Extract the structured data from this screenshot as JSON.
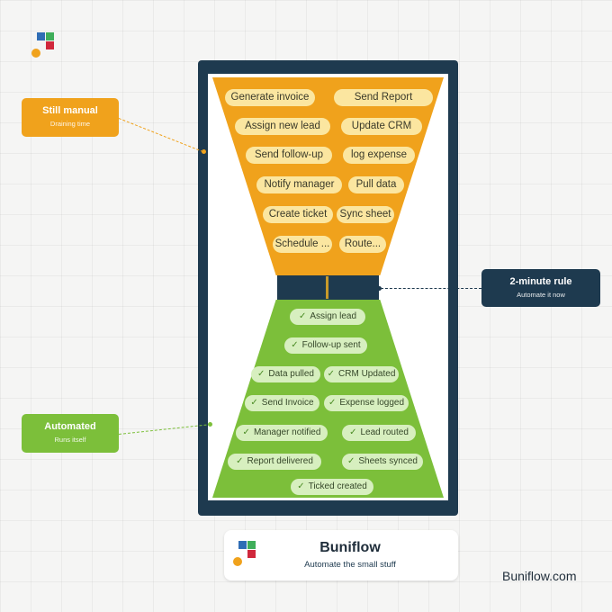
{
  "colors": {
    "frame": "#1e3a4f",
    "manual": "#f0a21c",
    "automated": "#7cbf3a",
    "logo_blue": "#2f6db5",
    "logo_green": "#3fae5a",
    "logo_red": "#d0283c",
    "logo_orange": "#f0a21c"
  },
  "labels": {
    "manual_title": "Still manual",
    "manual_sub": "Draining time",
    "rule_title": "2-minute rule",
    "rule_sub": "Automate it now",
    "auto_title": "Automated",
    "auto_sub": "Runs itself"
  },
  "manual_tasks": [
    "Generate invoice",
    "Send Report",
    "Assign new lead",
    "Update CRM",
    "Send follow-up",
    "log expense",
    "Notify manager",
    "Pull data",
    "Create ticket",
    "Sync sheet",
    "Schedule ...",
    "Route..."
  ],
  "automated_tasks": [
    "Assign lead",
    "Follow-up sent",
    "Data pulled",
    "CRM Updated",
    "Send Invoice",
    "Expense logged",
    "Manager notified",
    "Lead routed",
    "Report delivered",
    "Sheets synced",
    "Ticked created"
  ],
  "check_icon": "✓",
  "brand": {
    "name": "Buniflow",
    "tagline": "Automate the small stuff",
    "site": "Buniflow.com"
  }
}
